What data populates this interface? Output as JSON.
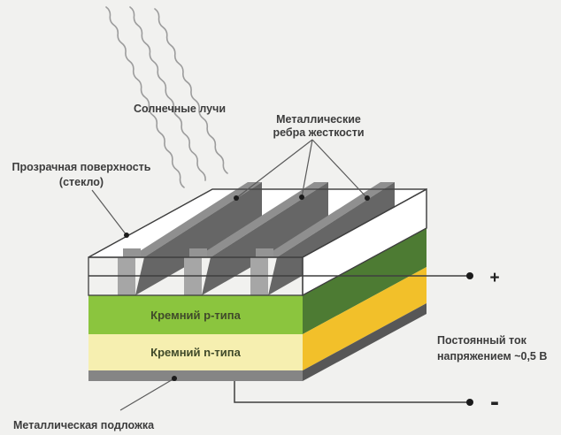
{
  "labels": {
    "sun_rays": "Солнечные лучи",
    "ribs_line1": "Металлические",
    "ribs_line2": "ребра жесткости",
    "glass_line1": "Прозрачная поверхность",
    "glass_line2": "(стекло)",
    "p_layer": "Кремний p-типа",
    "n_layer": "Кремний n-типа",
    "substrate": "Металлическая подложка",
    "current_line1": "Постоянный ток",
    "current_line2": "напряжением ~0,5 В",
    "plus": "+",
    "minus": "-"
  },
  "colors": {
    "background": "#f1f1ef",
    "glass_fill": "#ffffff",
    "rib_dark": "#666666",
    "rib_medium": "#8f8f8f",
    "rib_cap": "#949494",
    "rib_stripe": "#a6a6a6",
    "p_front": "#8bc53e",
    "p_side": "#4d7b33",
    "n_front": "#f6efb0",
    "n_side": "#f2c02a",
    "substrate_front": "#858585",
    "substrate_side": "#575757",
    "ray": "#9c9c9c",
    "outline": "#3f3f3f",
    "text": "#3c3c3c",
    "layer_text": "#404a2a"
  }
}
